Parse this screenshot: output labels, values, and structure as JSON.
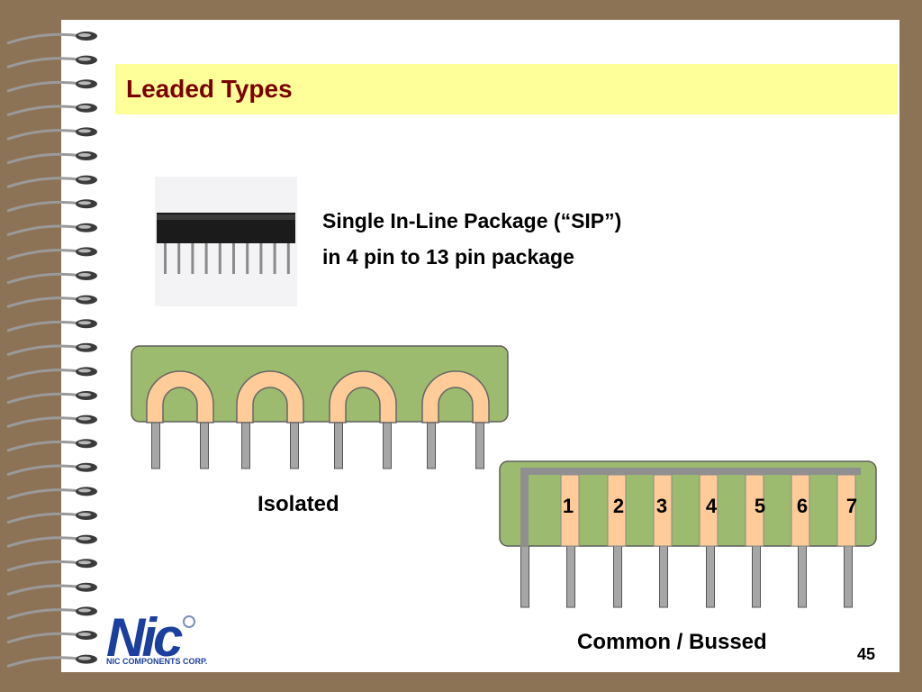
{
  "slide": {
    "title": "Leaded Types",
    "page_number": "45"
  },
  "sip_description": {
    "line1": "Single In-Line Package (“SIP”)",
    "line2": "in 4 pin to 13 pin package"
  },
  "isolated": {
    "caption": "Isolated"
  },
  "common": {
    "caption": "Common / Bussed",
    "pins": [
      "1",
      "2",
      "3",
      "4",
      "5",
      "6",
      "7"
    ]
  },
  "logo": {
    "mark": "Nic",
    "caption": "NIC COMPONENTS CORP."
  },
  "colors": {
    "background": "#8C7355",
    "title_bar": "#FFFF99",
    "title_text": "#7A0000",
    "resistor_body": "#9CBB6E",
    "resistor_element": "#FFCC99",
    "lead": "#A6A6A6",
    "logo": "#1A3F9E"
  }
}
